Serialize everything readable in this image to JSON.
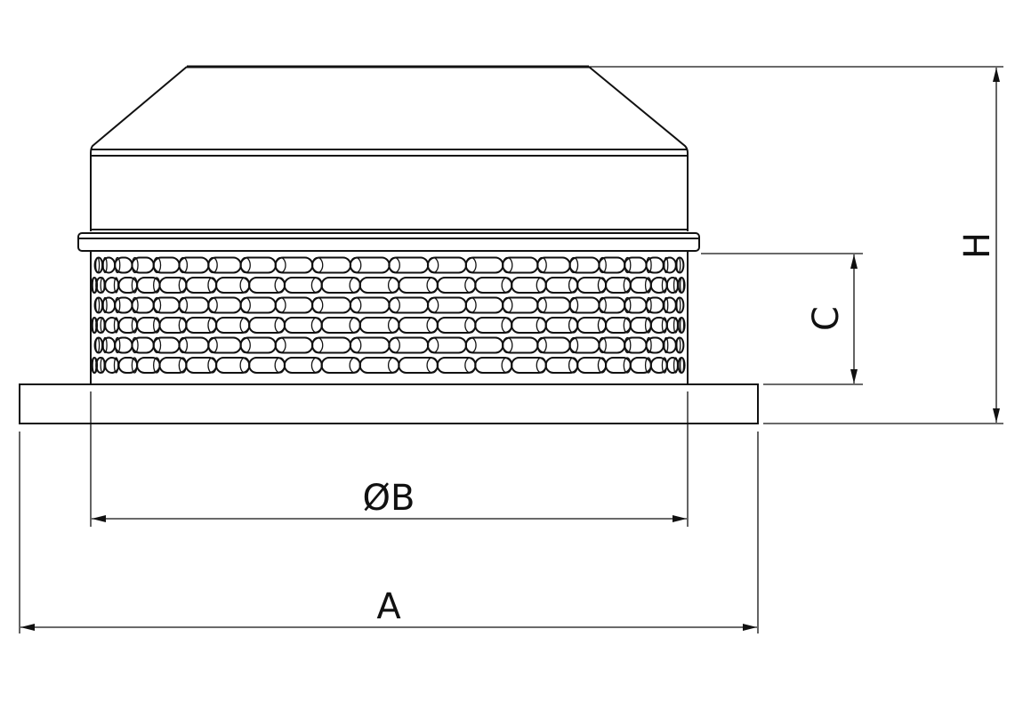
{
  "dimensions": {
    "height_label": "H",
    "perforation_height_label": "C",
    "diameter_label": "ØB",
    "width_label": "A"
  },
  "perforation": {
    "rows": 6
  }
}
